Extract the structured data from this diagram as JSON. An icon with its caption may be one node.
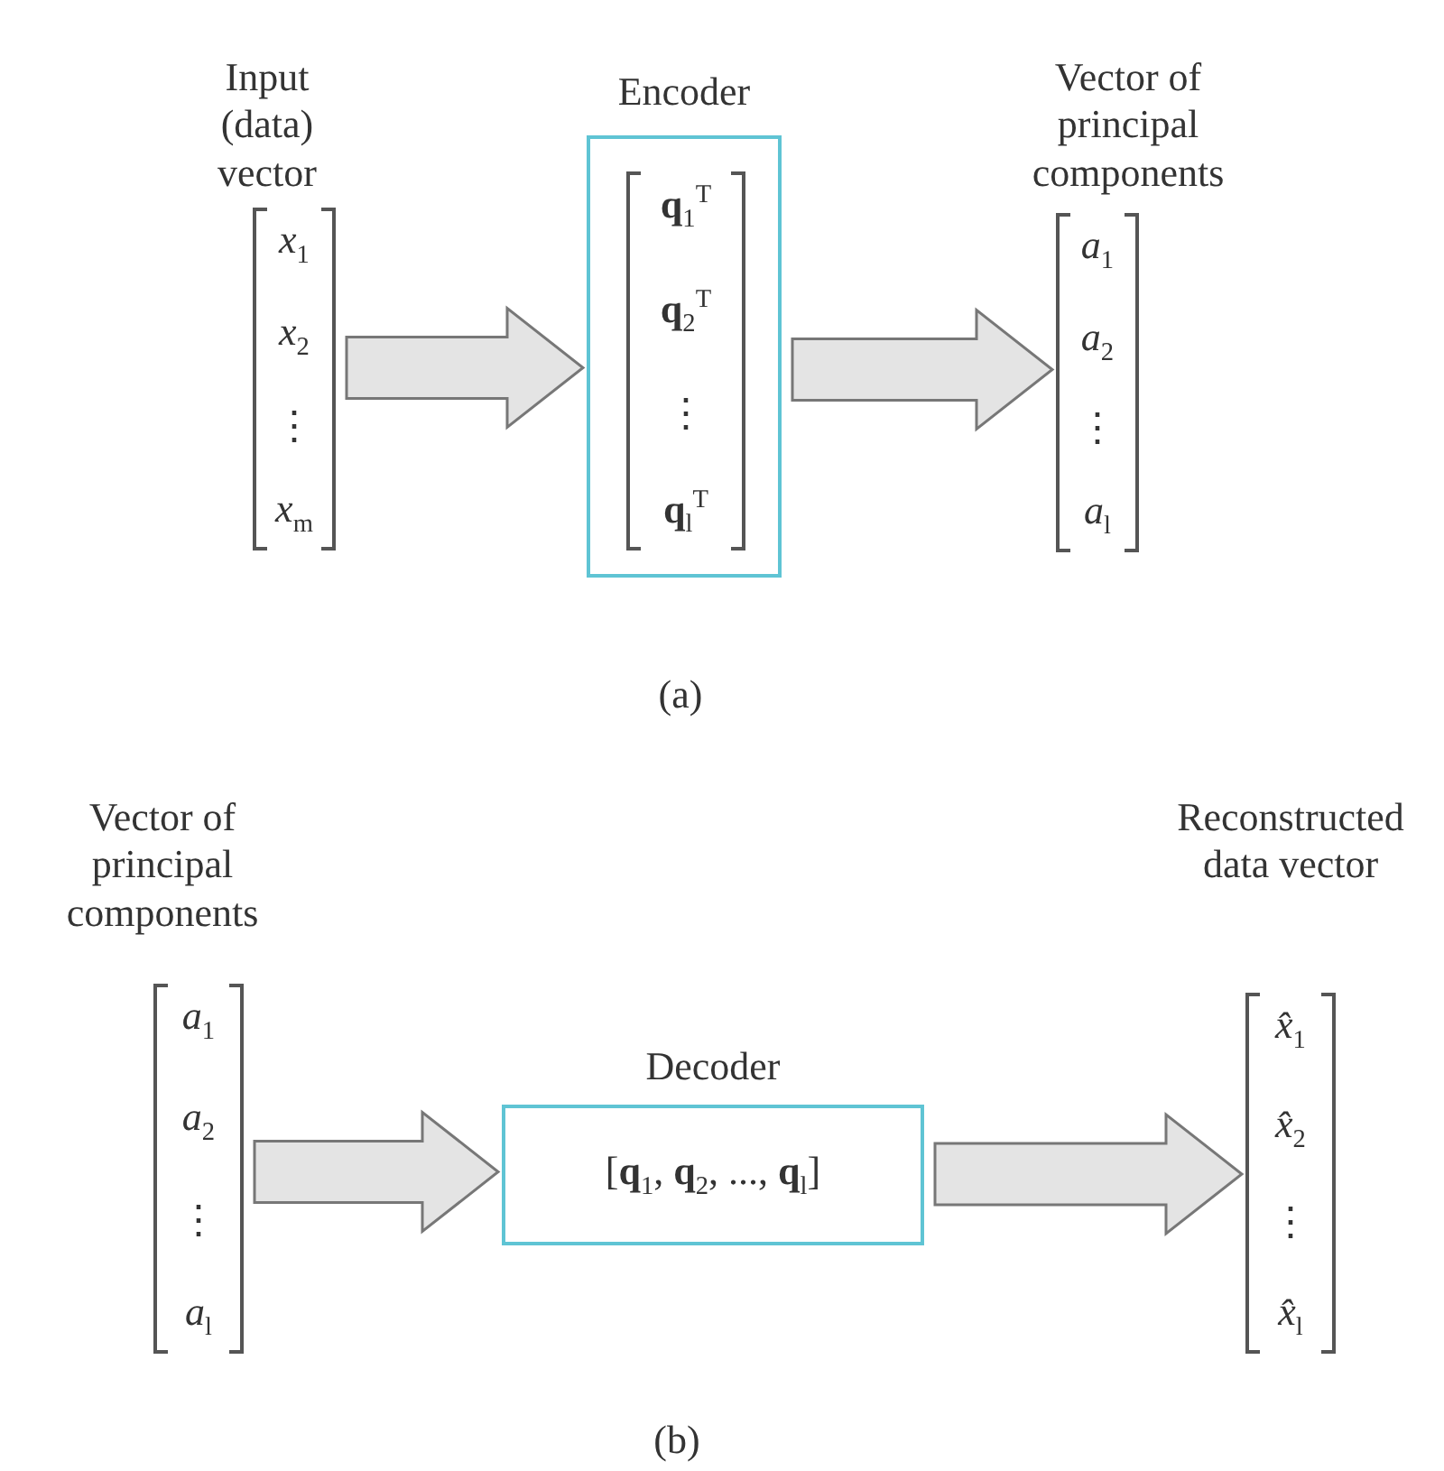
{
  "diagram": {
    "nodes": [
      {
        "text": [
          "Input (data) vector",
          "*x*$_{1}$",
          "*x*$_{2}$",
          "⋮",
          "*x*$_{m}$"
        ]
      },
      {
        "text": [
          "Encoder",
          "**q**$_{1}$$^{T}$",
          "**q**$_{2}$$^{T}$",
          "⋮",
          "**q**$_{l}$$^{T}$"
        ]
      },
      {
        "text": [
          "Vector of principal components",
          "*a*$_{1}$",
          "*a*$_{2}$",
          "⋮",
          "*a*$_{l}$"
        ]
      },
      {
        "text": [
          "Vector of principal components",
          "*a*$_{1}$",
          "*a*$_{2}$",
          "⋮",
          "*a*$_{l}$"
        ]
      },
      {
        "text": [
          "Decoder",
          "[**q**$_{1}$, **q**$_{2}$, ..., **q**$_{l}$]"
        ]
      },
      {
        "text": [
          "Reconstructed data vector",
          "*x̂*$_{1}$",
          "*x̂*$_{2}$",
          "⋮",
          "*x̂*$_{l}$"
        ]
      }
    ],
    "edges": [
      {
        "from": 0,
        "to": 1,
        "arrow": "to",
        "style": "thick"
      },
      {
        "from": 1,
        "to": 2,
        "arrow": "to",
        "style": "thick"
      },
      {
        "from": 3,
        "to": 4,
        "arrow": "to",
        "style": "thick"
      },
      {
        "from": 4,
        "to": 5,
        "arrow": "to",
        "style": "thick"
      }
    ],
    "labels": [
      "(a)",
      "(b)"
    ]
  }
}
